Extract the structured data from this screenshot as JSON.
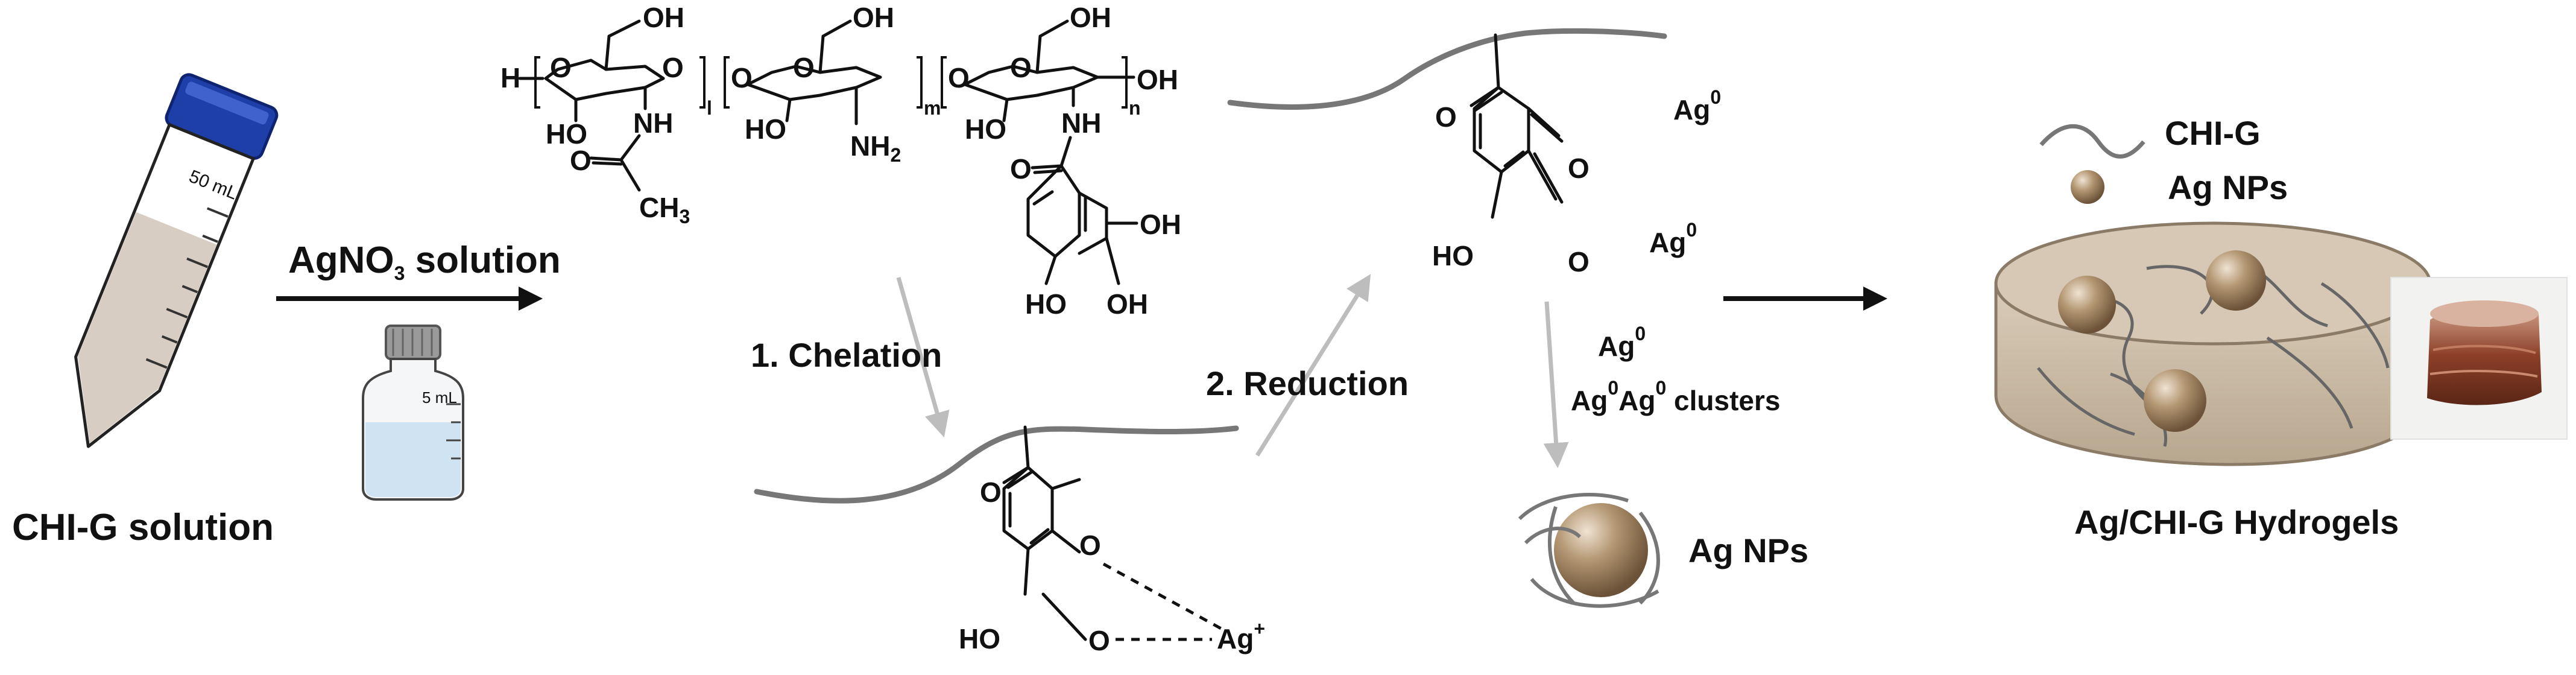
{
  "labels": {
    "chi_g_solution": "CHI-G solution",
    "tube_volume": "50 mL",
    "agno3_prefix": "AgNO",
    "agno3_sub": "3",
    "agno3_suffix": " solution",
    "vial_volume": "5 mL",
    "step1": "1. Chelation",
    "step2": "2. Reduction",
    "ag_nps": "Ag NPs",
    "ag_chi_g_hydrogels": "Ag/CHI-G Hydrogels",
    "legend_chi_g": "CHI-G",
    "legend_ag_nps": "Ag NPs"
  },
  "chemistry": {
    "oh": "OH",
    "ho": "HO",
    "h": "H",
    "nh": "NH",
    "nh2": "NH",
    "nh2_sub": "2",
    "ch3": "CH",
    "ch3_sub": "3",
    "o": "O",
    "o_dash": "O",
    "index_l": "l",
    "index_m": "m",
    "index_n": "n",
    "ag": "Ag",
    "ag_zero_sup": "0",
    "ag_plus": "Ag",
    "ag_plus_sup": "+",
    "clusters": " clusters"
  },
  "colors": {
    "tube_cap": "#1e3fa8",
    "solution_fill": "#d8cdc2",
    "vial_liquid": "#cfe3f2",
    "ag_particle": "#b39672",
    "hydrogel": "#c7b8a3",
    "chain": "#777777",
    "gray_arrow": "#bdbdbd"
  },
  "icons": [
    "centrifuge-tube-icon",
    "vial-icon",
    "silver-nanoparticle-icon",
    "hydrogel-disc-icon",
    "hydrogel-photo"
  ]
}
